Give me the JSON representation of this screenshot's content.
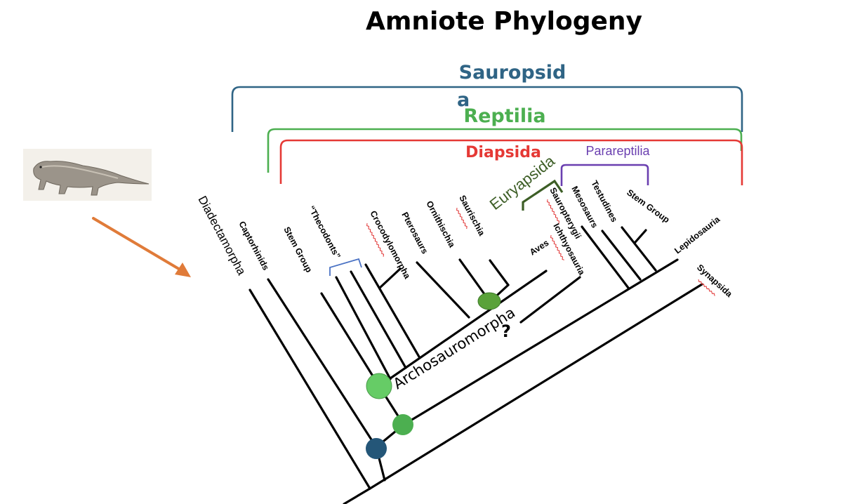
{
  "title": "Amniote Phylogeny",
  "groups": {
    "sauropsida": {
      "label_line1": "Sauropsid",
      "label_line2": "a",
      "color": "#2f6485"
    },
    "reptilia": {
      "label": "Reptilia",
      "color": "#4caf50"
    },
    "diapsida": {
      "label": "Diapsida",
      "color": "#e53935"
    },
    "parareptilia": {
      "label": "Parareptilia",
      "color": "#6a3fb0"
    },
    "euryapsida": {
      "label": "Euryapsida",
      "color": "#3d5e26"
    },
    "thecodont_bracket_color": "#4a72c4"
  },
  "taxa": {
    "diadectamorpha": "Diadectamorpha",
    "captorhinids": "Captorhinids",
    "stem_group_1": "Stem Group",
    "thecodonts": "“Thecodonts”",
    "crocodylomorpha": "Crocodylomorpha",
    "pterosaurs": "Pterosaurs",
    "ornithischia": "Ornithischia",
    "saurischia": "Saurischia",
    "aves": "Aves",
    "sauropterygii": "Sauropterygii",
    "ichthyosauria": "Ichthyosauria",
    "mesosaurs": "Mesosaurs",
    "testudines": "Testudines",
    "stem_group_2": "Stem Group",
    "lepidosauria": "Lepidosauria",
    "synapsida": "Synapsida"
  },
  "clade_labels": {
    "archosauromorpha": "Archosauromorpha",
    "question": "?"
  },
  "node_colors": {
    "amniota": "#245678",
    "sauropsida": "#4caf50",
    "archosauromorpha": "#66cc66",
    "dinosauria": "#5aa23a"
  },
  "illustration": {
    "name": "diadectes-reptile",
    "arrow_color": "#e07b39"
  }
}
